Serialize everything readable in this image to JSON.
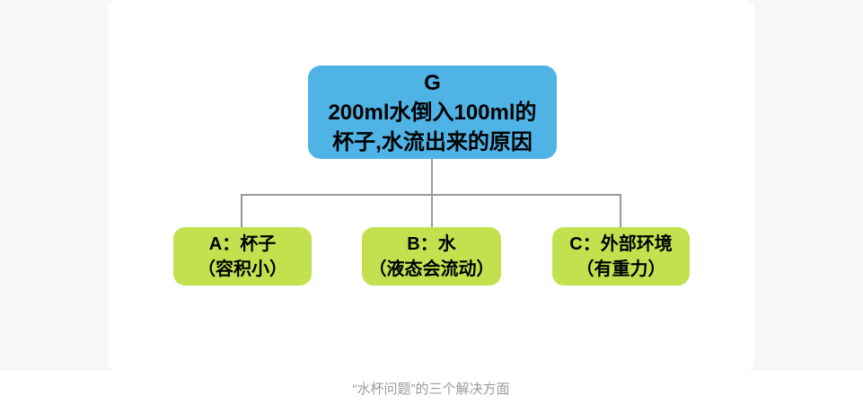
{
  "page": {
    "section_bg": "#f7f7f8",
    "card_bg": "#ffffff"
  },
  "diagram": {
    "connector_color": "#999999",
    "root": {
      "fill": "#4fb3e6",
      "text_color": "#000000",
      "line1": "G",
      "line2": "200ml水倒入100ml的",
      "line3": "杯子,水流出来的原因"
    },
    "children": [
      {
        "fill": "#c3e14e",
        "line1": "A：杯子",
        "line2": "（容积小）"
      },
      {
        "fill": "#c3e14e",
        "line1": "B：水",
        "line2": "（液态会流动）"
      },
      {
        "fill": "#c3e14e",
        "line1": "C：外部环境",
        "line2": "（有重力）"
      }
    ]
  },
  "caption": {
    "text": "“水杯问题”的三个解决方面",
    "color": "#9b9b9b"
  }
}
